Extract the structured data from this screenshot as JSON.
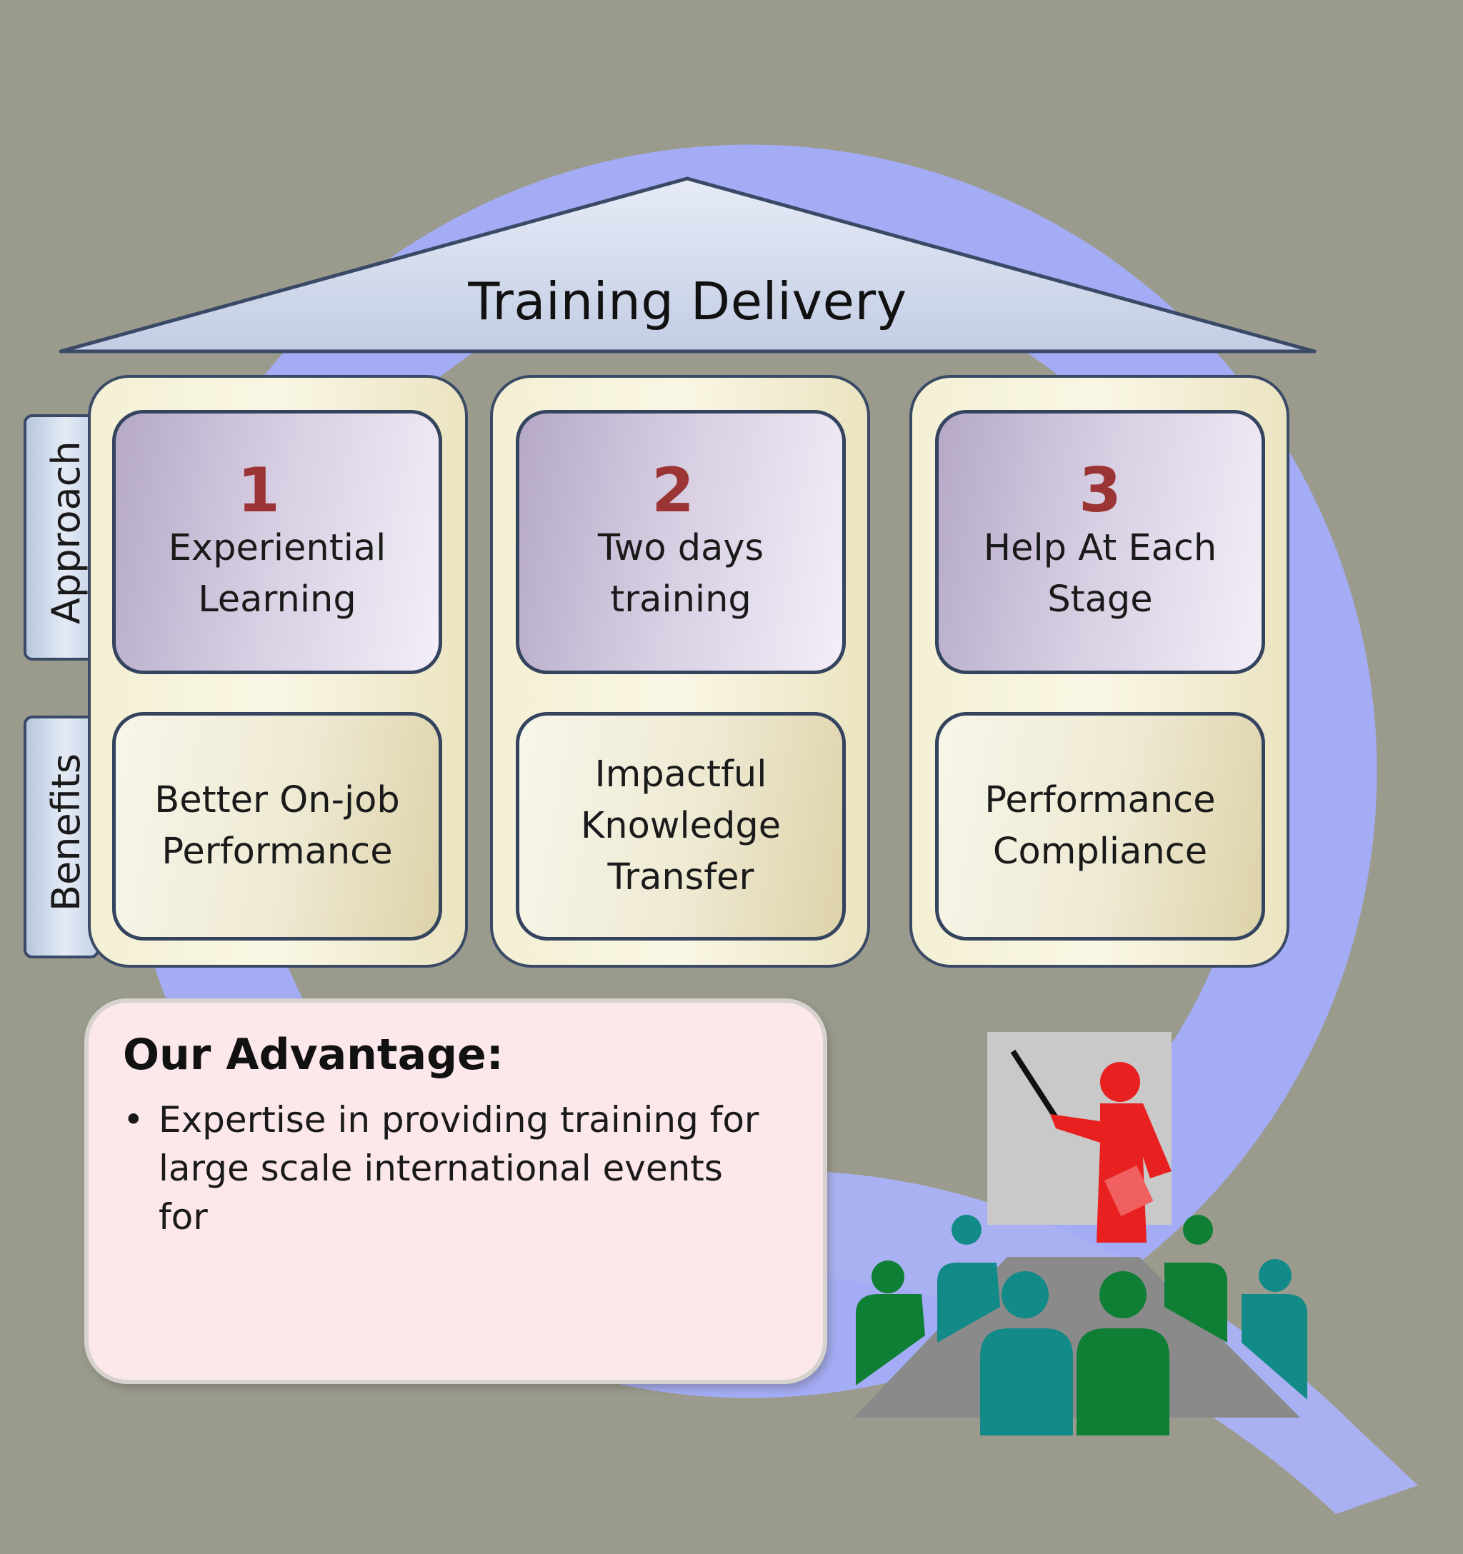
{
  "roof": {
    "title": "Training Delivery"
  },
  "rows": {
    "approach": "Approach",
    "benefits": "Benefits"
  },
  "pillars": [
    {
      "number": "1",
      "approach": [
        "Experiential",
        "Learning"
      ],
      "benefit": [
        "Better On-job",
        "Performance"
      ]
    },
    {
      "number": "2",
      "approach": [
        "Two days",
        "training"
      ],
      "benefit": [
        "Impactful",
        "Knowledge",
        "Transfer"
      ]
    },
    {
      "number": "3",
      "approach": [
        "Help At Each",
        "Stage"
      ],
      "benefit": [
        "Performance",
        "Compliance"
      ]
    }
  ],
  "advantage": {
    "title": "Our Advantage:",
    "bullet_symbol": "•",
    "bullet_lines": [
      "Expertise in providing training for",
      "large scale international events for"
    ]
  },
  "colors": {
    "background": "#9a9b8d",
    "swirl": "#a3acf4",
    "number": "#9b3434",
    "presenter": "#e8201f",
    "attendee_green": "#0f7f36",
    "attendee_teal": "#128a88"
  },
  "illustration": {
    "icon": "presenter-meeting-icon"
  }
}
